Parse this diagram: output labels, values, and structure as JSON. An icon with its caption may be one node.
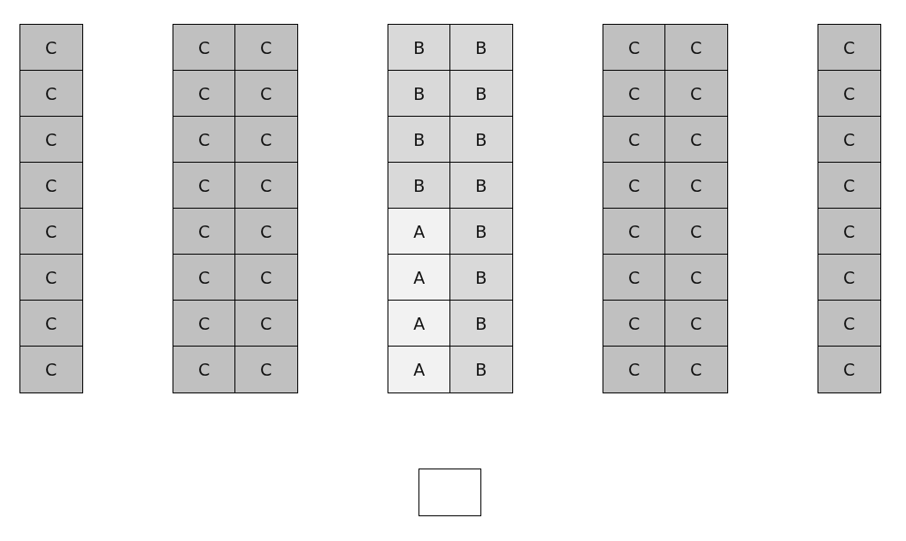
{
  "diagram": {
    "nodes": [
      {
        "text": [
          "C"
        ]
      },
      {
        "text": [
          "C"
        ]
      },
      {
        "text": [
          "C"
        ]
      },
      {
        "text": [
          "B"
        ]
      },
      {
        "text": [
          "B"
        ]
      },
      {
        "text": [
          "C"
        ]
      },
      {
        "text": [
          "C"
        ]
      },
      {
        "text": [
          "C"
        ]
      },
      {
        "text": [
          "C"
        ]
      },
      {
        "text": [
          "C"
        ]
      },
      {
        "text": [
          "C"
        ]
      },
      {
        "text": [
          "B"
        ]
      },
      {
        "text": [
          "B"
        ]
      },
      {
        "text": [
          "C"
        ]
      },
      {
        "text": [
          "C"
        ]
      },
      {
        "text": [
          "C"
        ]
      },
      {
        "text": [
          "C"
        ]
      },
      {
        "text": [
          "C"
        ]
      },
      {
        "text": [
          "C"
        ]
      },
      {
        "text": [
          "B"
        ]
      },
      {
        "text": [
          "B"
        ]
      },
      {
        "text": [
          "C"
        ]
      },
      {
        "text": [
          "C"
        ]
      },
      {
        "text": [
          "C"
        ]
      },
      {
        "text": [
          "C"
        ]
      },
      {
        "text": [
          "C"
        ]
      },
      {
        "text": [
          "C"
        ]
      },
      {
        "text": [
          "B"
        ]
      },
      {
        "text": [
          "B"
        ]
      },
      {
        "text": [
          "C"
        ]
      },
      {
        "text": [
          "C"
        ]
      },
      {
        "text": [
          "C"
        ]
      },
      {
        "text": [
          "C"
        ]
      },
      {
        "text": [
          "C"
        ]
      },
      {
        "text": [
          "C"
        ]
      },
      {
        "text": [
          "A"
        ]
      },
      {
        "text": [
          "B"
        ]
      },
      {
        "text": [
          "C"
        ]
      },
      {
        "text": [
          "C"
        ]
      },
      {
        "text": [
          "C"
        ]
      },
      {
        "text": [
          "C"
        ]
      },
      {
        "text": [
          "C"
        ]
      },
      {
        "text": [
          "C"
        ]
      },
      {
        "text": [
          "A"
        ]
      },
      {
        "text": [
          "B"
        ]
      },
      {
        "text": [
          "C"
        ]
      },
      {
        "text": [
          "C"
        ]
      },
      {
        "text": [
          "C"
        ]
      },
      {
        "text": [
          "C"
        ]
      },
      {
        "text": [
          "C"
        ]
      },
      {
        "text": [
          "C"
        ]
      },
      {
        "text": [
          "A"
        ]
      },
      {
        "text": [
          "B"
        ]
      },
      {
        "text": [
          "C"
        ]
      },
      {
        "text": [
          "C"
        ]
      },
      {
        "text": [
          "C"
        ]
      },
      {
        "text": [
          "C"
        ]
      },
      {
        "text": [
          "C"
        ]
      },
      {
        "text": [
          "C"
        ]
      },
      {
        "text": [
          "A"
        ]
      },
      {
        "text": [
          "B"
        ]
      },
      {
        "text": [
          "C"
        ]
      },
      {
        "text": [
          "C"
        ]
      },
      {
        "text": [
          "C"
        ]
      },
      {
        "text": [],
        "shape": "box"
      }
    ]
  }
}
